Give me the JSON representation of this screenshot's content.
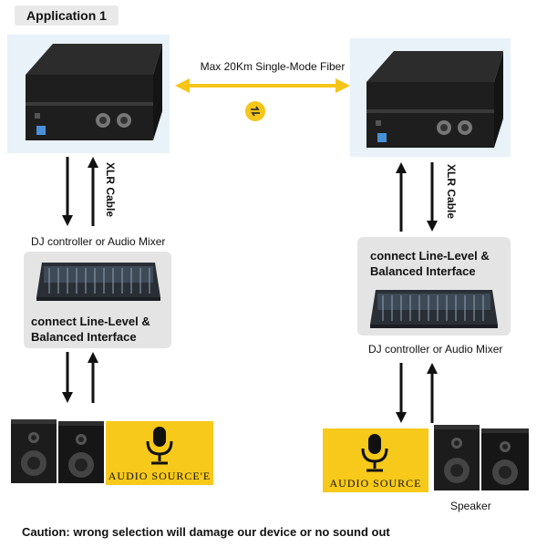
{
  "title": "Application 1",
  "fiber_label": "Max 20Km Single-Mode Fiber",
  "cable_label": "XLR Cable",
  "mixer_label": "DJ controller or Audio Mixer",
  "interface_label_1": "connect  Line-Level &",
  "interface_label_2": "Balanced Interface",
  "audio_source_left": "AUDIO SOURCE'E",
  "audio_source_right": "AUDIO SOURCE",
  "speaker_label": "Speaker",
  "caution": "Caution:  wrong selection will damage our device or no sound out",
  "colors": {
    "arrow_yellow": "#f5c518",
    "source_yellow": "#f7c91a",
    "panel_blue": "#e8f2f8",
    "panel_gray": "#e4e4e4"
  }
}
